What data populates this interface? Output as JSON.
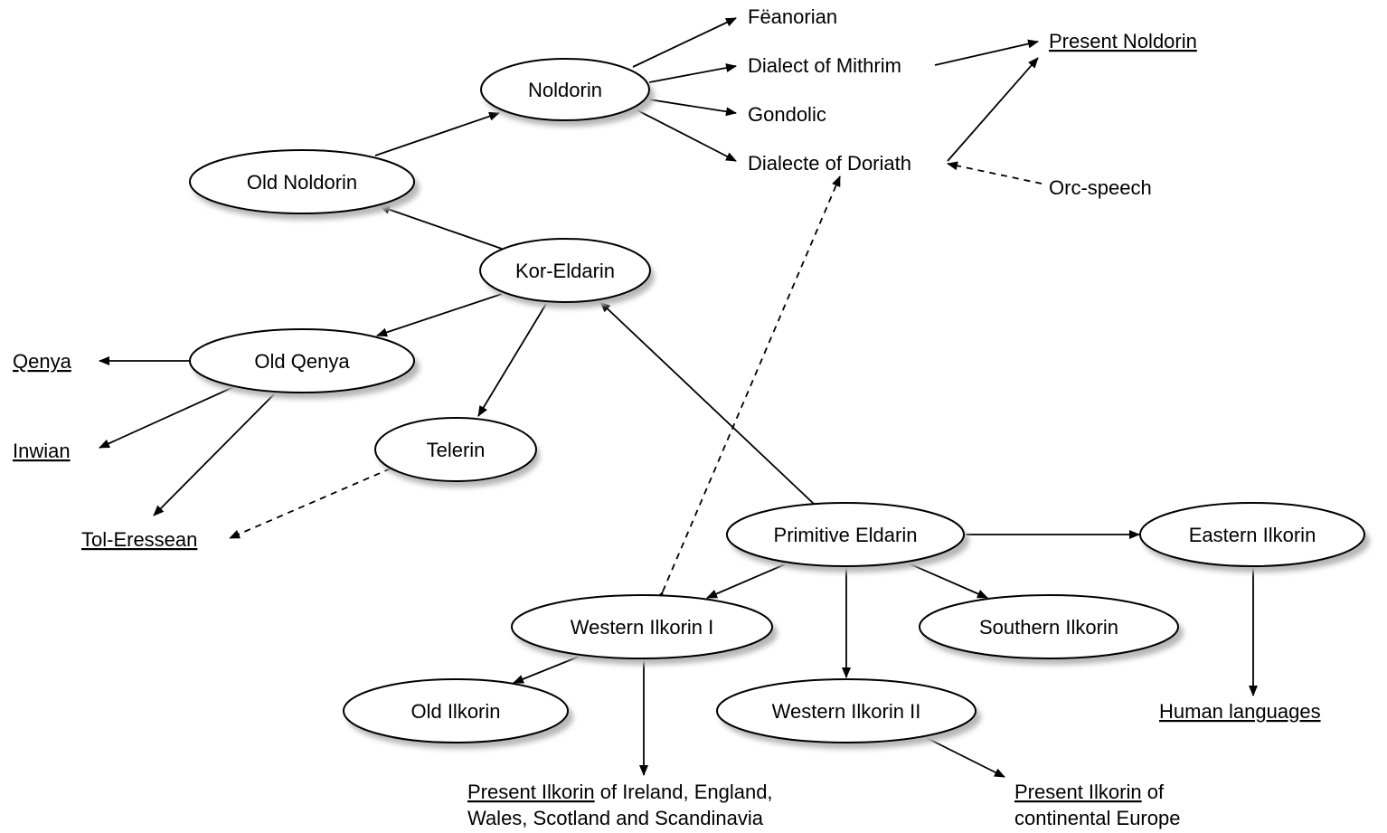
{
  "nodes": {
    "noldorin": "Noldorin",
    "old_noldorin": "Old Noldorin",
    "kor_eldarin": "Kor-Eldarin",
    "old_qenya": "Old Qenya",
    "telerin": "Telerin",
    "primitive_eldarin": "Primitive Eldarin",
    "eastern_ilkorin": "Eastern Ilkorin",
    "western_ilkorin_i": "Western Ilkorin I",
    "southern_ilkorin": "Southern Ilkorin",
    "old_ilkorin": "Old Ilkorin",
    "western_ilkorin_ii": "Western Ilkorin II"
  },
  "labels": {
    "feanorian": "Fëanorian",
    "dialect_mithrim": "Dialect of Mithrim",
    "gondolic": "Gondolic",
    "dialecte_doriath": "Dialecte of Doriath",
    "present_noldorin": "Present Noldorin",
    "orc_speech": "Orc-speech",
    "qenya": "Qenya",
    "inwian": "Inwian",
    "tol_eressean": "Tol-Eressean",
    "human_languages": "Human languages",
    "present_ilkorin_west": {
      "underlined": "Present Ilkorin",
      "line1_rest": " of Ireland, England,",
      "line2": "Wales, Scotland and Scandinavia"
    },
    "present_ilkorin_cont": {
      "underlined": "Present Ilkorin",
      "line1_rest": " of",
      "line2": "continental Europe"
    }
  }
}
